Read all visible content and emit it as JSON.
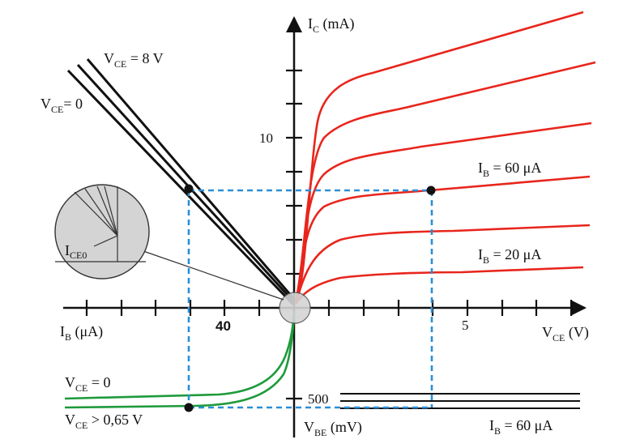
{
  "diagram": {
    "axis_labels": {
      "ic": {
        "main": "I",
        "sub": "C",
        "unit": " (mA)"
      },
      "vce": {
        "main": "V",
        "sub": "CE",
        "unit": "  (V)"
      },
      "ib": {
        "main": "I",
        "sub": "B",
        "unit": " (μA)"
      },
      "vbe": {
        "main": "V",
        "sub": "BE",
        "unit": "  (mV)"
      }
    },
    "tick_labels": {
      "ic_10": "10",
      "vce_5": "5",
      "ib_40": "40",
      "vbe_500": "500"
    },
    "curve_labels": {
      "ib60_top": {
        "main": "I",
        "sub": "B",
        "rest": " = 60 μA"
      },
      "ib20": {
        "main": "I",
        "sub": "B",
        "rest": " = 20 μA"
      },
      "ib60_bottom": {
        "main": "I",
        "sub": "B",
        "rest": " = 60 μA"
      },
      "vce8": {
        "main": "V",
        "sub": "CE",
        "rest": " = 8 V"
      },
      "vce0_top": {
        "main": "V",
        "sub": "CE",
        "rest": "= 0"
      },
      "vce0_bottom": {
        "main": "V",
        "sub": "CE",
        "rest": "  = 0"
      },
      "vce065": {
        "main": "V",
        "sub": "CE",
        "rest": " > 0,65 V"
      }
    },
    "inset_label": {
      "main": "I",
      "sub": "CE0"
    },
    "colors": {
      "output_curves": "#e8251c",
      "input_curves": "#1e9a3c",
      "transfer_curves": "#111111",
      "guide_lines": "#2b8fd6",
      "inset_fill": "#d4d4d4"
    }
  }
}
